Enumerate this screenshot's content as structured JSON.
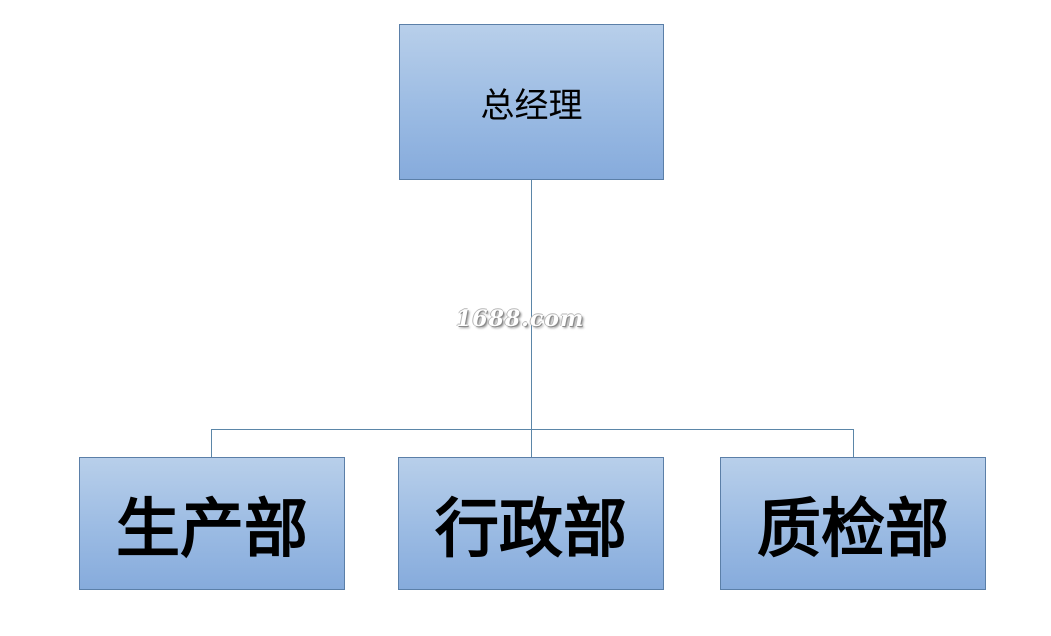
{
  "org_chart": {
    "root": {
      "label": "总经理"
    },
    "departments": [
      {
        "label": "生产部"
      },
      {
        "label": "行政部"
      },
      {
        "label": "质检部"
      }
    ]
  },
  "watermark": {
    "text": "1688.com"
  },
  "colors": {
    "box_fill_top": "#b8cfea",
    "box_fill_bottom": "#86abdc",
    "box_border": "#5b7fa8",
    "connector": "#5b86a8"
  }
}
